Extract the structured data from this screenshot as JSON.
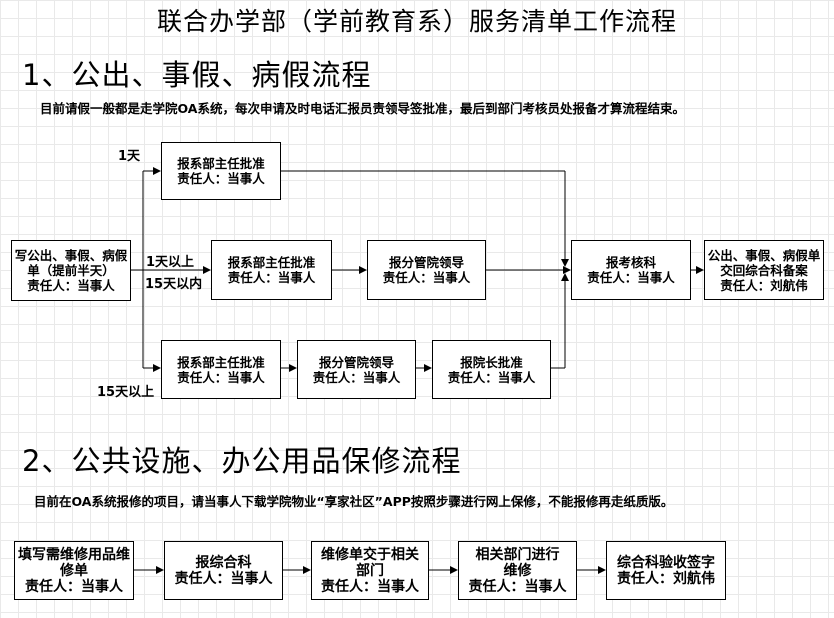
{
  "title": "联合办学部（学前教育系）服务清单工作流程",
  "section1": {
    "heading": "1、公出、事假、病假流程",
    "note": "目前请假一般都是走学院OA系统，每次申请及时电话汇报员责领导签批准，最后到部门考核员处报备才算流程结束。",
    "start": {
      "line1": "写公出、事假、病假",
      "line2": "单（提前半天）",
      "owner": "责任人：当事人"
    },
    "branch_1day": "1天",
    "branch_mid_a": "1天以上",
    "branch_mid_b": "15天以内",
    "branch_15": "15天以上",
    "row1": [
      {
        "title": "报系部主任批准",
        "owner": "责任人：当事人"
      }
    ],
    "row2": [
      {
        "title": "报系部主任批准",
        "owner": "责任人：当事人"
      },
      {
        "title": "报分管院领导",
        "owner": "责任人：当事人"
      }
    ],
    "row3": [
      {
        "title": "报系部主任批准",
        "owner": "责任人：当事人"
      },
      {
        "title": "报分管院领导",
        "owner": "责任人：当事人"
      },
      {
        "title": "报院长批准",
        "owner": "责任人：当事人"
      }
    ],
    "audit": {
      "title": "报考核科",
      "owner": "责任人：当事人"
    },
    "final": {
      "line1": "公出、事假、病假单",
      "line2": "交回综合科备案",
      "owner": "责任人：刘航伟"
    }
  },
  "section2": {
    "heading": "2、公共设施、办公用品保修流程",
    "note": "目前在OA系统报修的项目，请当事人下载学院物业“享家社区”APP按照步骤进行网上保修，不能报修再走纸质版。",
    "steps": [
      {
        "line1": "填写需维修用品维",
        "line2": "修单",
        "owner": "责任人：当事人"
      },
      {
        "line1": "报综合科",
        "line2": "",
        "owner": "责任人：当事人"
      },
      {
        "line1": "维修单交于相关",
        "line2": "部门",
        "owner": "责任人：当事人"
      },
      {
        "line1": "相关部门进行",
        "line2": "维修",
        "owner": "责任人：当事人"
      },
      {
        "line1": "综合科验收签字",
        "line2": "",
        "owner": "责任人：刘航伟"
      }
    ]
  }
}
